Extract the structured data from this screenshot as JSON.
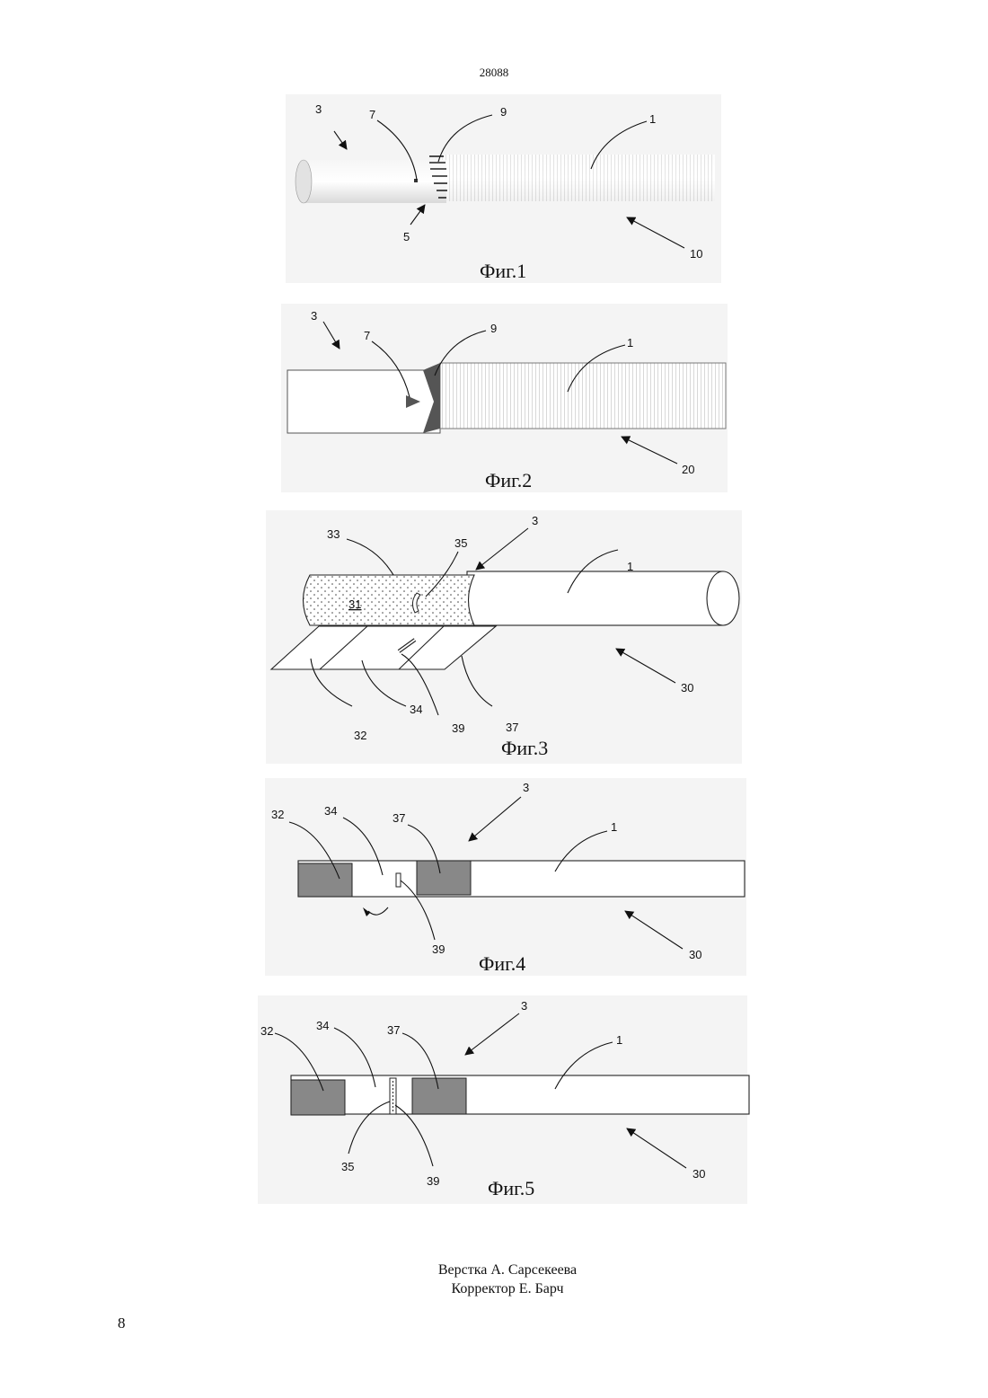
{
  "document_number": "28088",
  "figures": [
    {
      "caption": "Фиг.1",
      "labels": {
        "l3": "3",
        "l7": "7",
        "l9": "9",
        "l1": "1",
        "l5": "5",
        "l10": "10"
      }
    },
    {
      "caption": "Фиг.2",
      "labels": {
        "l3": "3",
        "l7": "7",
        "l9": "9",
        "l1": "1",
        "l20": "20"
      }
    },
    {
      "caption": "Фиг.3",
      "labels": {
        "l33": "33",
        "l35": "35",
        "l3": "3",
        "l1": "1",
        "l31": "31",
        "l32": "32",
        "l34": "34",
        "l39": "39",
        "l37": "37",
        "l30": "30"
      }
    },
    {
      "caption": "Фиг.4",
      "labels": {
        "l32": "32",
        "l34": "34",
        "l37": "37",
        "l3": "3",
        "l1": "1",
        "l39": "39",
        "l30": "30"
      }
    },
    {
      "caption": "Фиг.5",
      "labels": {
        "l32": "32",
        "l34": "34",
        "l37": "37",
        "l3": "3",
        "l1": "1",
        "l35": "35",
        "l39": "39",
        "l30": "30"
      }
    }
  ],
  "credits": {
    "layout": "Верстка А. Сарсекеева",
    "proofreader": "Корректор Е. Барч"
  },
  "page_number": "8"
}
